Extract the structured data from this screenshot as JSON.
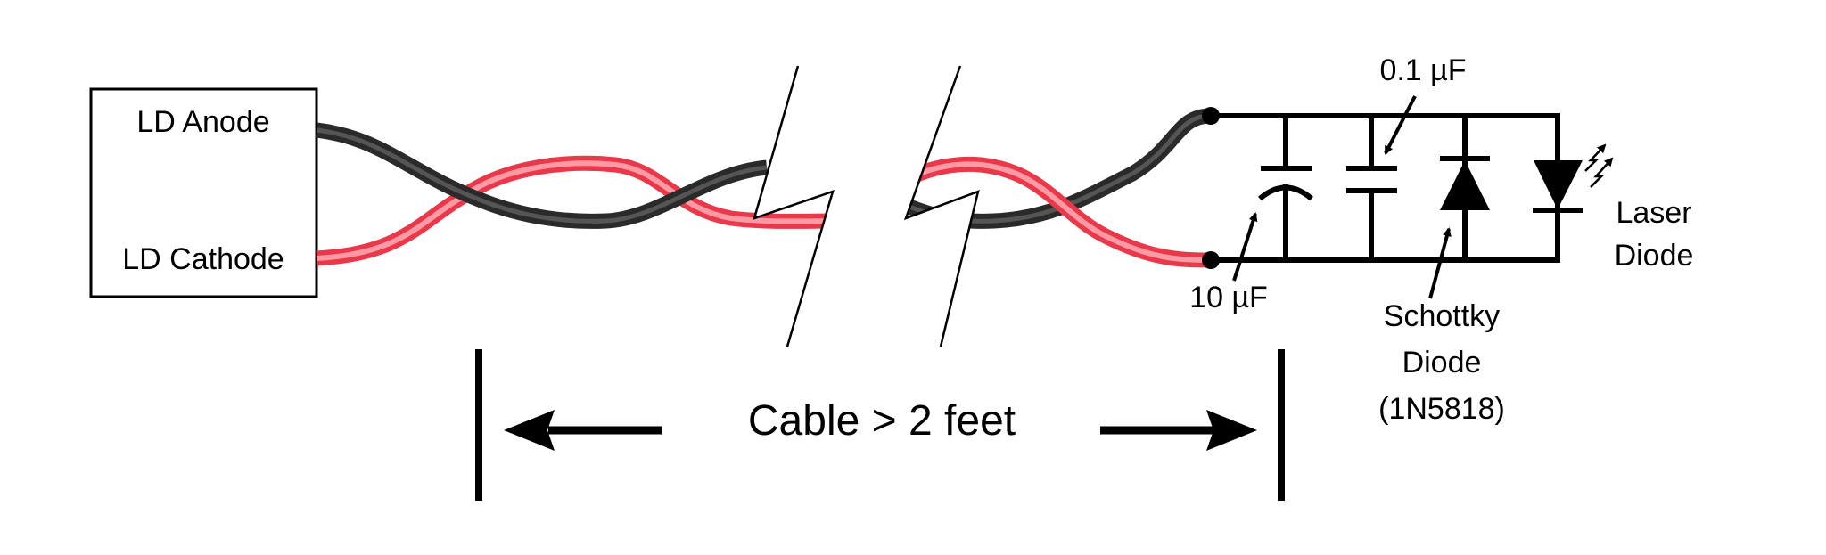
{
  "source_box": {
    "anode_label": "LD Anode",
    "cathode_label": "LD Cathode"
  },
  "cable": {
    "length_label": "Cable > 2 feet",
    "anode_wire_color": "#2a2a2a",
    "cathode_wire_color": "#e8384a"
  },
  "components": {
    "cap_small_label": "0.1 µF",
    "cap_large_label": "10 µF",
    "schottky_label_line1": "Schottky",
    "schottky_label_line2": "Diode",
    "schottky_part": "(1N5818)",
    "laser_label_line1": "Laser",
    "laser_label_line2": "Diode"
  }
}
